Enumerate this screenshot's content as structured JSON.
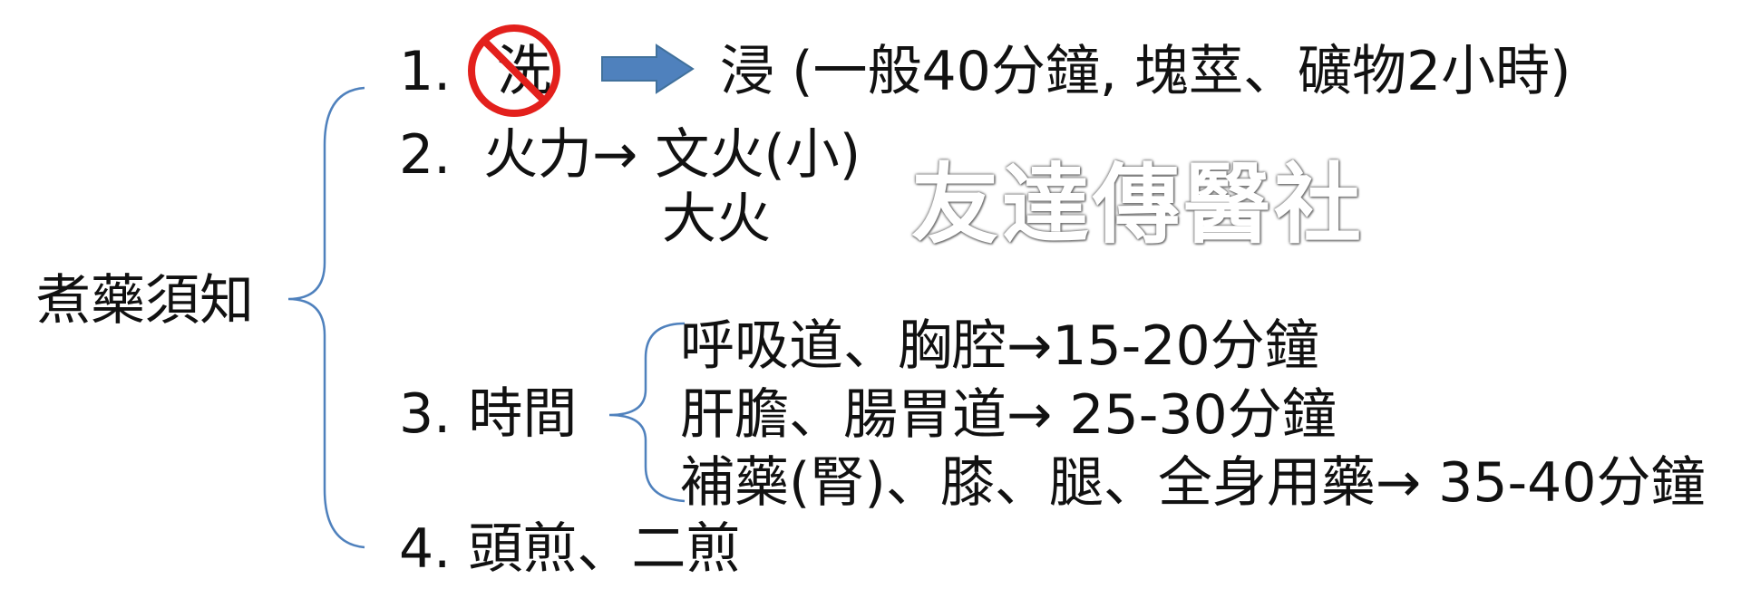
{
  "colors": {
    "brace": "#4f81bd",
    "prohibit": "#e3201c",
    "arrow_fill": "#4f81bd",
    "arrow_stroke": "#41719c",
    "text": "#111111"
  },
  "root": "煮藥須知",
  "item1": {
    "num": "1.",
    "crossed": "洗",
    "text": "浸 (一般40分鐘, 塊莖、礦物2小時)"
  },
  "item2": {
    "num": "2.",
    "line1": "火力→ 文火(小)",
    "line2": "大火"
  },
  "item3": {
    "label": "3. 時間",
    "sub": [
      "呼吸道、胸腔→15-20分鐘",
      "肝膽、腸胃道→ 25-30分鐘",
      "補藥(腎)、膝、腿、全身用藥→ 35-40分鐘"
    ]
  },
  "item4": "4. 頭煎、二煎",
  "watermark": "友達傳醫社",
  "icons": {
    "prohibit": "no-symbol-icon",
    "arrow": "right-arrow-icon"
  }
}
